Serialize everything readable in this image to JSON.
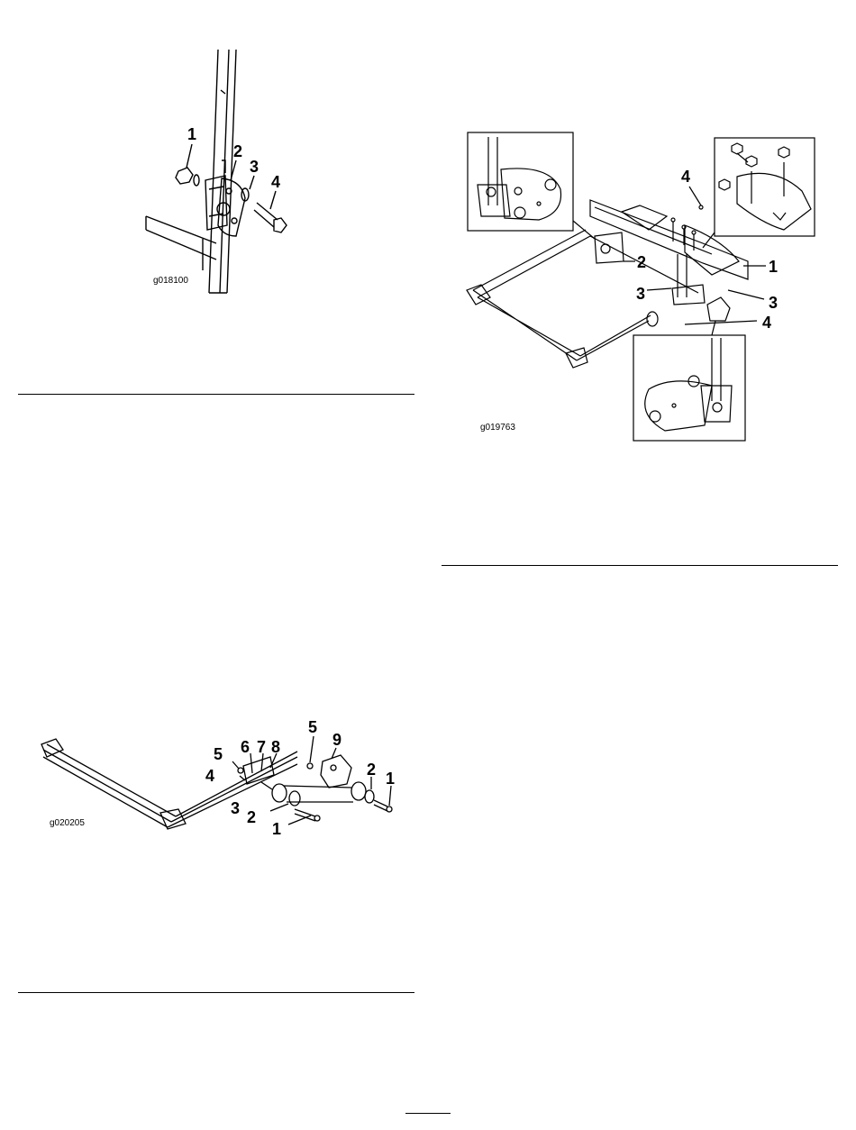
{
  "figures": [
    {
      "code": "g018100",
      "callouts": [
        "1",
        "2",
        "3",
        "4"
      ]
    },
    {
      "code": "g020205",
      "callouts": [
        "5",
        "6",
        "7",
        "8",
        "9",
        "5",
        "4",
        "3",
        "2",
        "1",
        "2",
        "1"
      ]
    },
    {
      "code": "g019763",
      "callouts": [
        "4",
        "2",
        "1",
        "3",
        "3",
        "4"
      ]
    }
  ]
}
